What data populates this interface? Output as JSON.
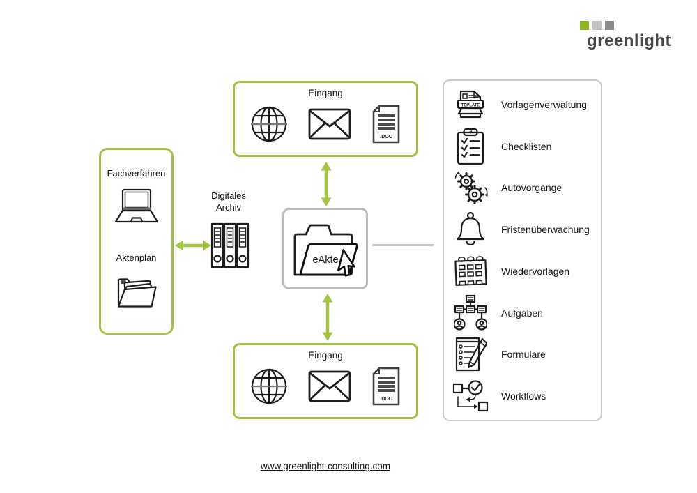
{
  "logo": {
    "text": "greenlight",
    "square_colors": [
      "#8fb71e",
      "#c2c2c2",
      "#8a8a8a"
    ]
  },
  "inbox_top": {
    "title": "Eingang",
    "doc_label": ".DOC"
  },
  "inbox_bottom": {
    "title": "Eingang",
    "doc_label": ".DOC"
  },
  "left_panel": {
    "item1_label": "Fachverfahren",
    "item2_label": "Aktenplan"
  },
  "archive": {
    "label_line1": "Digitales",
    "label_line2": "Archiv"
  },
  "center": {
    "label": "eAkte"
  },
  "features": {
    "items": [
      {
        "icon": "template-icon",
        "label": "Vorlagenverwaltung",
        "icon_text": "TEPLATE"
      },
      {
        "icon": "checklist-icon",
        "label": "Checklisten"
      },
      {
        "icon": "gears-icon",
        "label": "Autovorgänge"
      },
      {
        "icon": "bell-icon",
        "label": "Fristenüberwachung"
      },
      {
        "icon": "calendar-icon",
        "label": "Wiedervorlagen"
      },
      {
        "icon": "orgchart-icon",
        "label": "Aufgaben"
      },
      {
        "icon": "form-pencil-icon",
        "label": "Formulare"
      },
      {
        "icon": "workflow-icon",
        "label": "Workflows"
      }
    ]
  },
  "footer": {
    "link": "www.greenlight-consulting.com"
  },
  "colors": {
    "green": "#a5c342",
    "logo_green": "#8fb71e",
    "gray_border": "#bcbcbc",
    "panel_border": "#c9c9c9",
    "line_gray": "#c5c5c5"
  }
}
